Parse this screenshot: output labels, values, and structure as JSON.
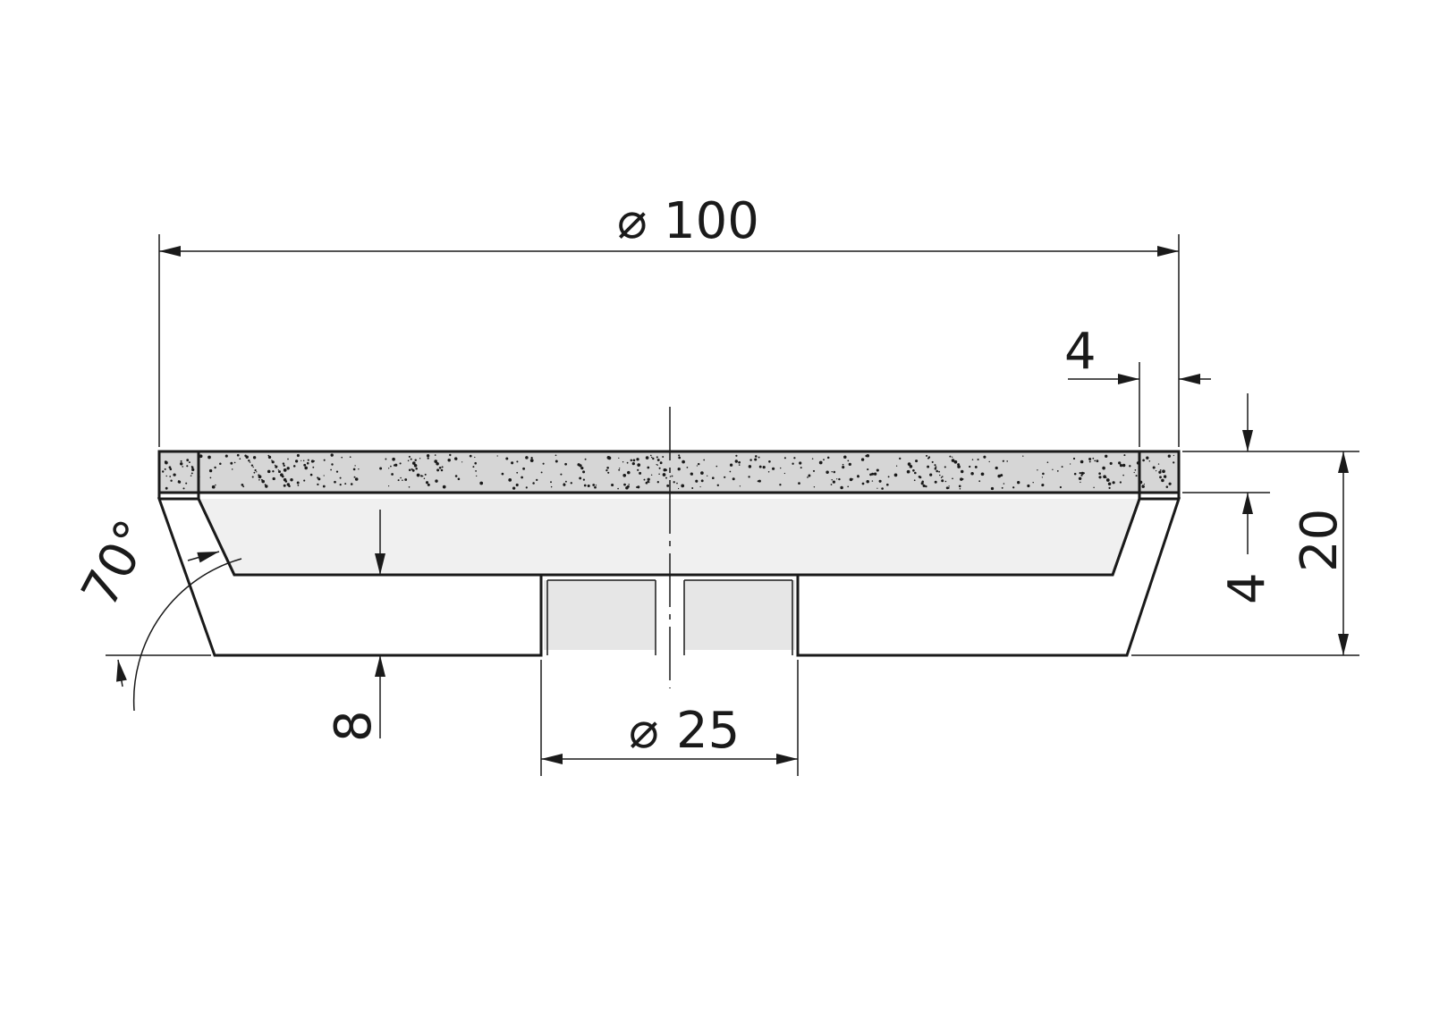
{
  "dimensions": {
    "outer_diameter": "100",
    "rim_width": "4",
    "rim_height": "4",
    "total_height": "20",
    "base_thickness": "8",
    "bore_diameter": "25",
    "angle": "70°"
  },
  "symbols": {
    "diameter": "⌀"
  },
  "colors": {
    "line": "#1a1a1a",
    "abrasive_layer": "#d6d6d6",
    "background": "#ffffff"
  }
}
